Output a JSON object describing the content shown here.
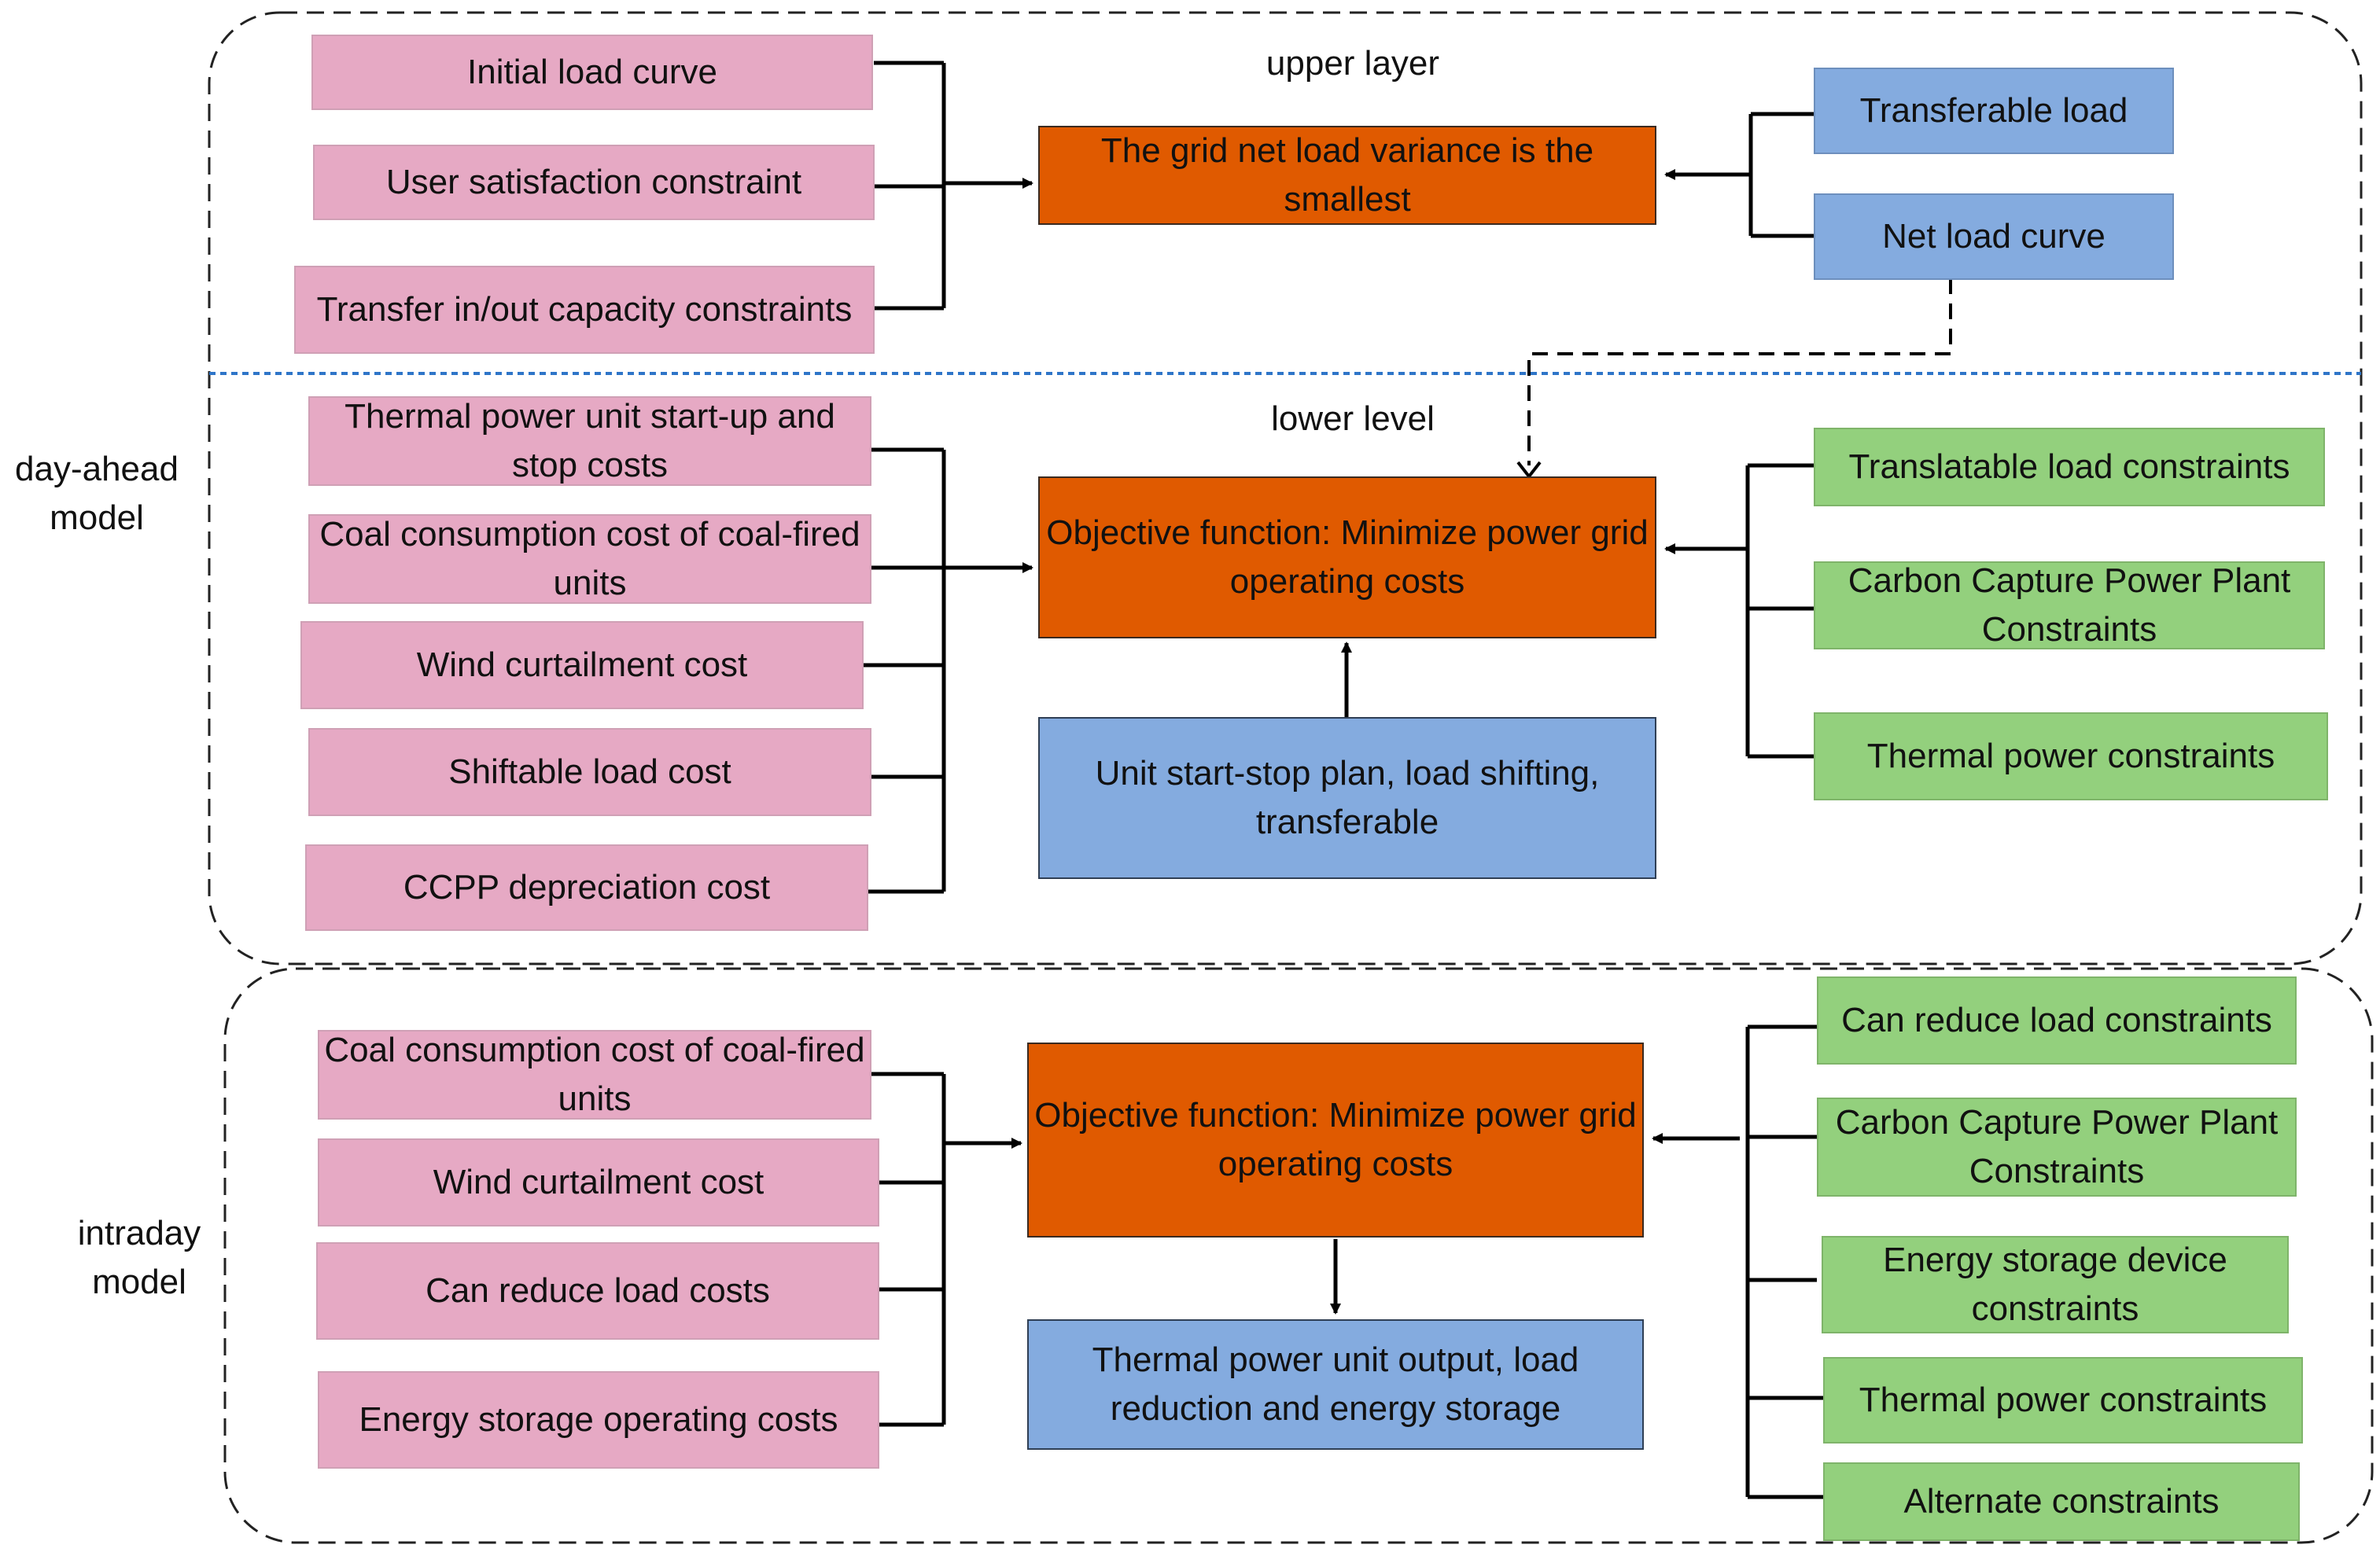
{
  "sections": {
    "day_ahead": "day-ahead model",
    "intraday": "intraday model",
    "upper_layer": "upper layer",
    "lower_level": "lower level"
  },
  "upper": {
    "inputs_left": [
      "Initial load curve",
      "User satisfaction constraint",
      "Transfer in/out capacity constraints"
    ],
    "objective": "The grid net load variance is the smallest",
    "inputs_right": [
      "Transferable load",
      "Net load curve"
    ]
  },
  "lower": {
    "costs_left": [
      "Thermal power unit start-up and stop costs",
      "Coal consumption cost of coal-fired units",
      "Wind curtailment cost",
      "Shiftable load cost",
      "CCPP depreciation cost"
    ],
    "objective": "Objective function: Minimize power grid operating costs",
    "output": "Unit start-stop plan, load shifting, transferable",
    "constraints_right": [
      "Translatable load constraints",
      "Carbon Capture Power Plant Constraints",
      "Thermal power constraints"
    ]
  },
  "intraday": {
    "costs_left": [
      "Coal consumption cost of coal-fired units",
      "Wind curtailment cost",
      "Can reduce load costs",
      "Energy storage operating costs"
    ],
    "objective": "Objective function: Minimize power grid operating costs",
    "output": "Thermal power unit output, load reduction and energy storage",
    "constraints_right": [
      "Can reduce load constraints",
      "Carbon Capture Power Plant Constraints",
      "Energy storage device constraints",
      "Thermal power constraints",
      "Alternate constraints"
    ]
  },
  "colors": {
    "pink": "#e6a9c4",
    "orange": "#e05a00",
    "blue": "#84abdf",
    "green": "#93d07d",
    "divider": "#2e75c8"
  }
}
